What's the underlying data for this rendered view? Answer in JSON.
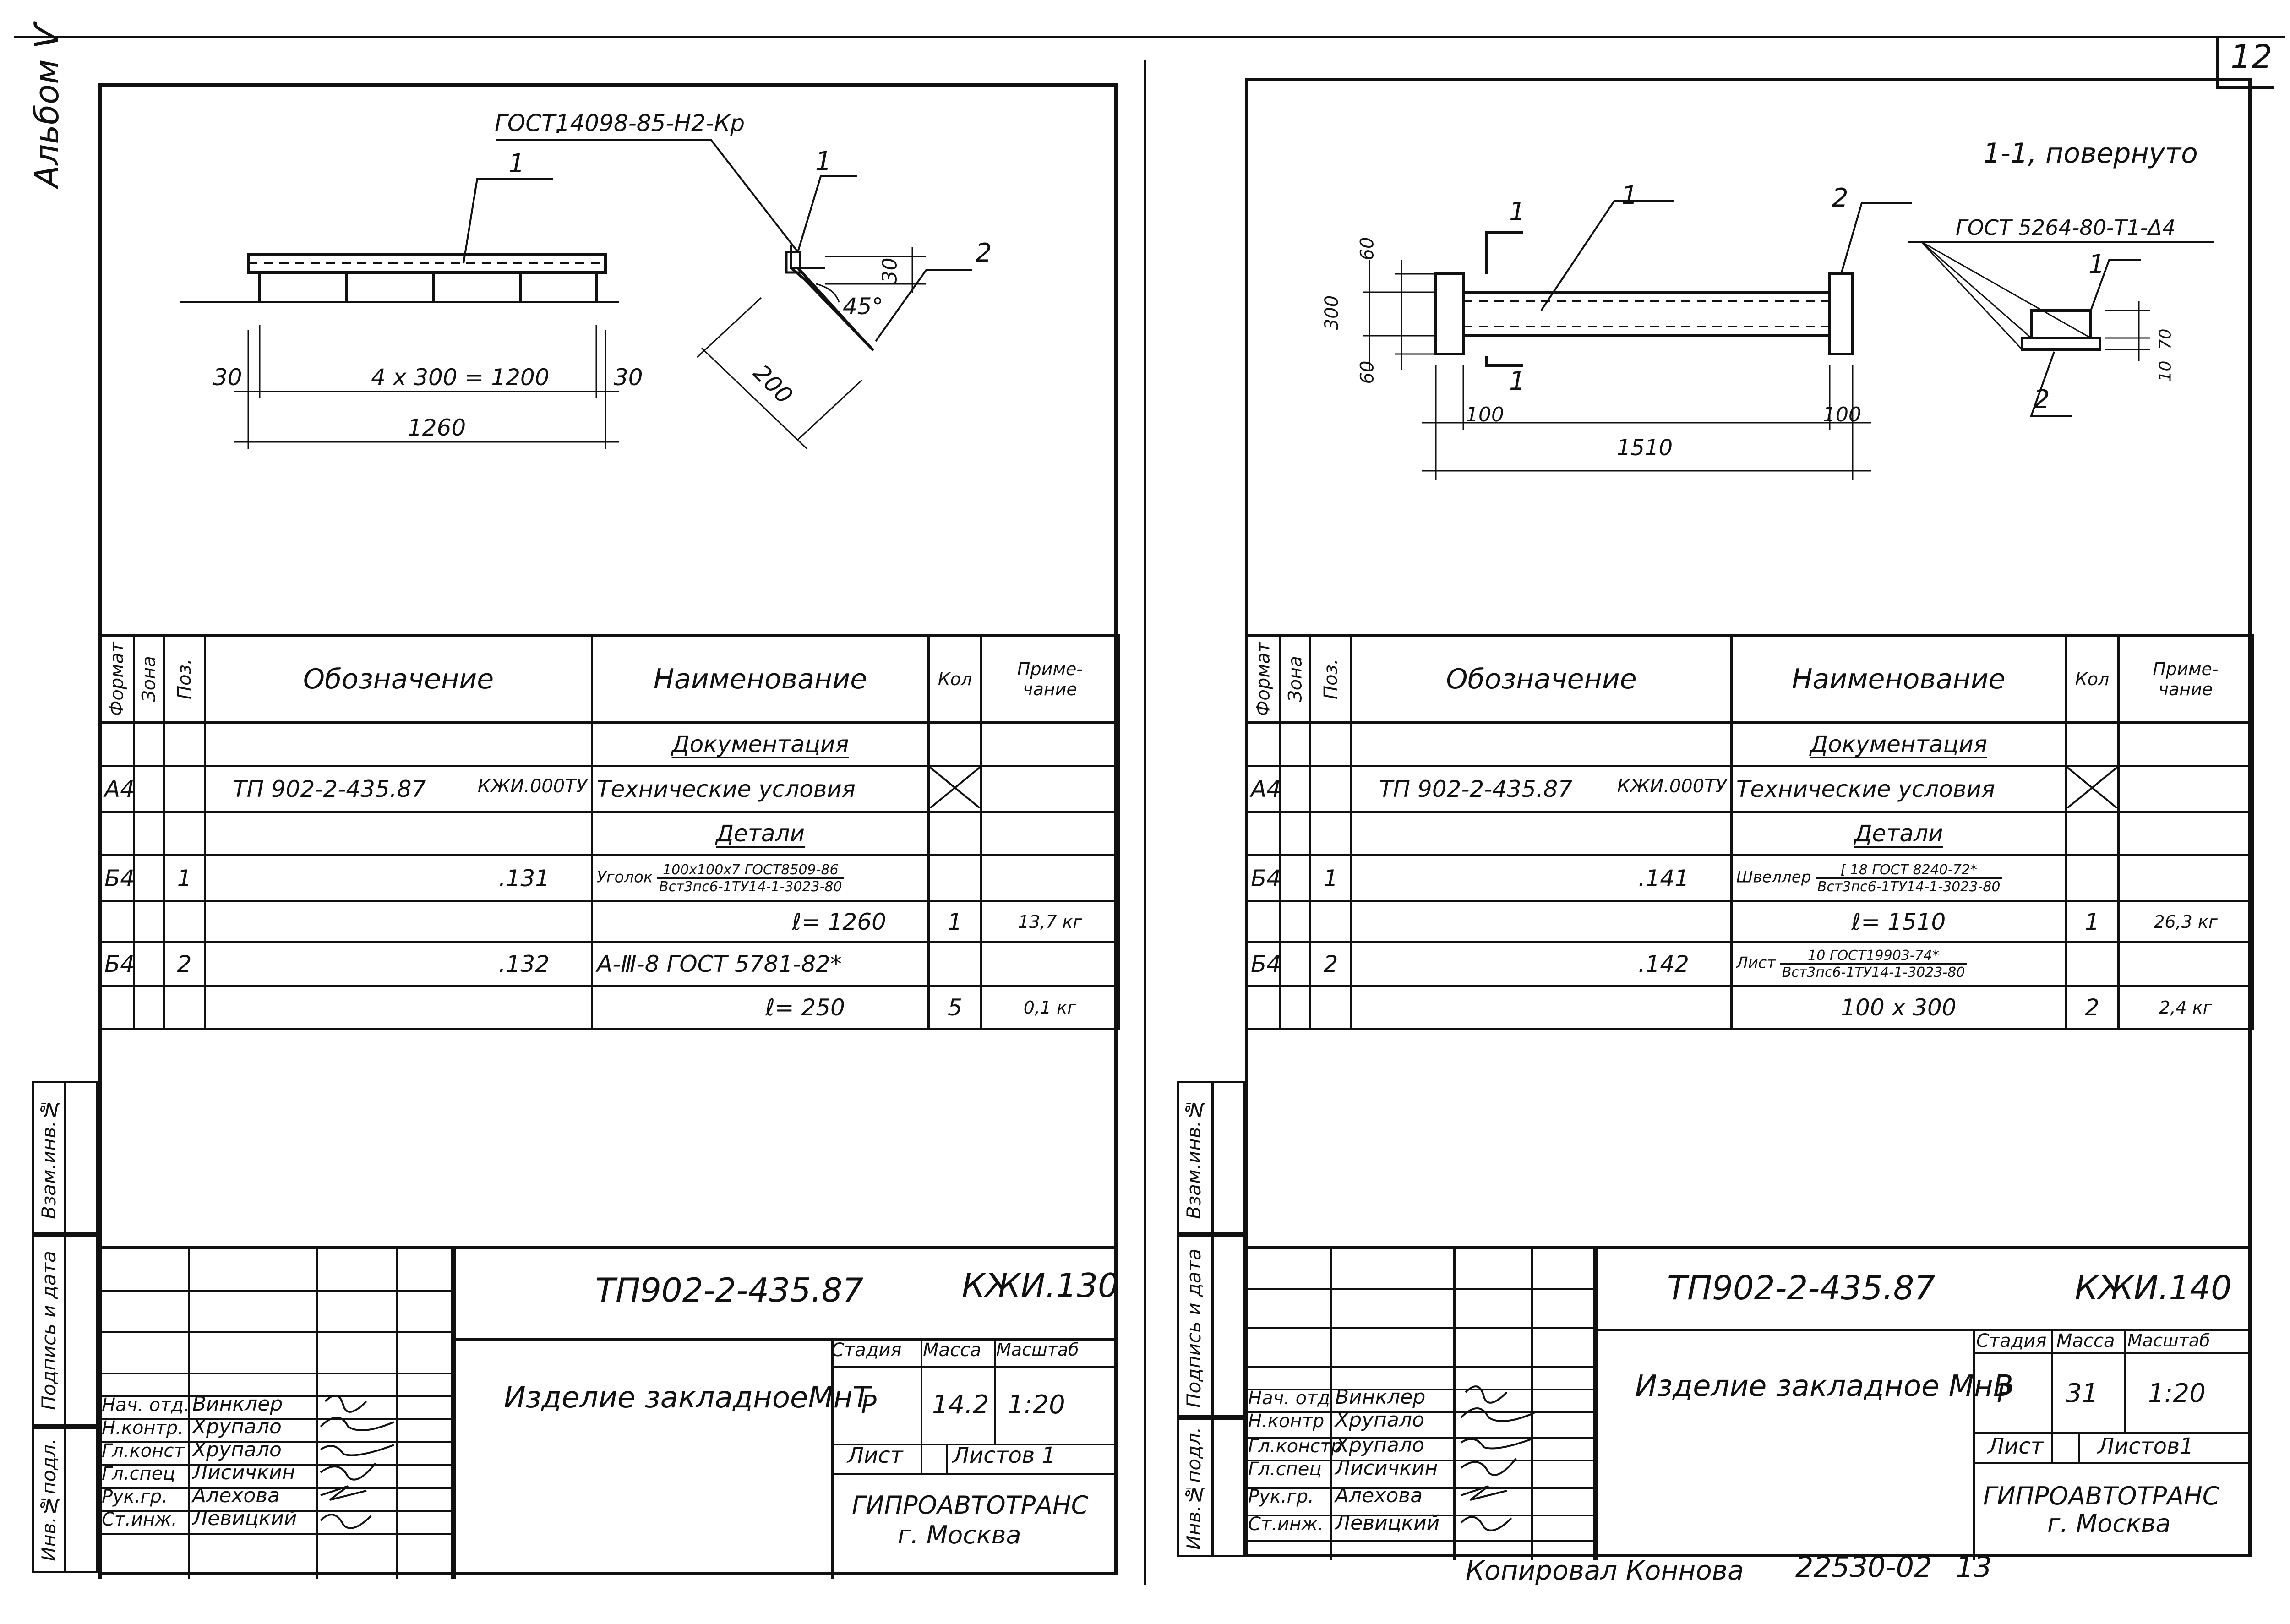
{
  "page": {
    "top_right_number": "12",
    "album_label": "Альбом Ѵ",
    "bottom_copied": "Копировал Коннова",
    "bottom_code": "22530-02",
    "bottom_page": "13"
  },
  "left": {
    "drawing": {
      "gost_label": "ГОСТ14098-85-Н2-Кр",
      "pos1_main": "1",
      "pos1_detail": "1",
      "pos2_detail": "2",
      "dim_30_left": "30",
      "dim_30_right": "30",
      "dim_spacing": "4 x 300 = 1200",
      "dim_total": "1260",
      "dim_30_detail": "30",
      "dim_angle": "45°",
      "dim_200": "200"
    },
    "table": {
      "headers": {
        "format": "Формат",
        "zone": "Зона",
        "pos": "Поз.",
        "designation": "Обозначение",
        "name": "Наименование",
        "qty": "Кол",
        "note_1": "Приме-",
        "note_2": "чание"
      },
      "section_docs": "Документация",
      "section_details": "Детали",
      "rows": [
        {
          "format": "А4",
          "designation": "ТП 902-2-435.87",
          "code": "КЖИ.000ТУ",
          "name": "Технические условия"
        },
        {
          "format": "Б4",
          "pos": "1",
          "designation": ".131",
          "name_prefix": "Уголок",
          "name_top": "100x100x7 ГОСТ8509-86",
          "name_bottom": "Вст3пс6-1ТУ14-1-3023-80"
        },
        {
          "name": "ℓ= 1260",
          "qty": "1",
          "note": "13,7 кг"
        },
        {
          "format": "Б4",
          "pos": "2",
          "designation": ".132",
          "name": "А-Ⅲ-8  ГОСТ 5781-82*"
        },
        {
          "name": "ℓ= 250",
          "qty": "5",
          "note": "0,1 кг"
        }
      ]
    },
    "side_labels": {
      "inv_orig": "Инв.№подл.",
      "sign_date": "Подпись и дата",
      "replace_inv": "Взам.инв.№"
    },
    "stamp": {
      "doc_number": "ТП902-2-435.87",
      "doc_code": "КЖИ.130",
      "title": "Изделие закладноеМнТ",
      "stage_h": "Стадия",
      "mass_h": "Масса",
      "scale_h": "Масштаб",
      "stage": "Р",
      "mass": "14.2",
      "scale": "1:20",
      "sheet_h": "Лист",
      "sheets_h": "Листов 1",
      "org": "ГИПРОАВТОТРАНС",
      "city": "г. Москва",
      "people": [
        {
          "role": "Нач. отд.",
          "name": "Винклер"
        },
        {
          "role": "Н.контр.",
          "name": "Хрупало"
        },
        {
          "role": "Гл.конст",
          "name": "Хрупало"
        },
        {
          "role": "Гл.спец",
          "name": "Лисичкин"
        },
        {
          "role": "Рук.гр.",
          "name": "Алехова"
        },
        {
          "role": "Ст.инж.",
          "name": "Левицкий"
        }
      ]
    }
  },
  "right": {
    "drawing": {
      "section_label": "1-1, повернуто",
      "gost_weld": "ГОСТ 5264-80-Т1-Δ4",
      "pos1": "1",
      "pos2": "2",
      "sec_pos1": "1",
      "sec_pos2": "2",
      "cut_1_top": "1",
      "cut_1_bottom": "1",
      "dim_60_top": "60",
      "dim_300": "300",
      "dim_60_bottom": "60",
      "dim_100_left": "100",
      "dim_100_right": "100",
      "dim_1510": "1510",
      "dim_10": "10",
      "dim_70": "70"
    },
    "table": {
      "headers": {
        "format": "Формат",
        "zone": "Зона",
        "pos": "Поз.",
        "designation": "Обозначение",
        "name": "Наименование",
        "qty": "Кол",
        "note_1": "Приме-",
        "note_2": "чание"
      },
      "section_docs": "Документация",
      "section_details": "Детали",
      "rows": [
        {
          "format": "А4",
          "designation": "ТП 902-2-435.87",
          "code": "КЖИ.000ТУ",
          "name": "Технические условия"
        },
        {
          "format": "Б4",
          "pos": "1",
          "designation": ".141",
          "name_prefix": "Швеллер",
          "name_top": "[ 18 ГОСТ 8240-72*",
          "name_bottom": "Вст3пс6-1ТУ14-1-3023-80"
        },
        {
          "name": "ℓ= 1510",
          "qty": "1",
          "note": "26,3 кг"
        },
        {
          "format": "Б4",
          "pos": "2",
          "designation": ".142",
          "name_prefix": "Лист",
          "name_top": "10 ГОСТ19903-74*",
          "name_bottom": "Вст3пс6-1ТУ14-1-3023-80"
        },
        {
          "name": "100 x 300",
          "qty": "2",
          "note": "2,4 кг"
        }
      ]
    },
    "side_labels": {
      "inv_orig": "Инв.№подл.",
      "sign_date": "Подпись и дата",
      "replace_inv": "Взам.инв.№"
    },
    "stamp": {
      "doc_number": "ТП902-2-435.87",
      "doc_code": "КЖИ.140",
      "title": "Изделие закладное МнВ",
      "stage_h": "Стадия",
      "mass_h": "Масса",
      "scale_h": "Масштаб",
      "stage": "Р",
      "mass": "31",
      "scale": "1:20",
      "sheet_h": "Лист",
      "sheets_h": "Листов1",
      "org": "ГИПРОАВТОТРАНС",
      "city": "г. Москва",
      "people": [
        {
          "role": "Нач. отд",
          "name": "Винклер"
        },
        {
          "role": "Н.контр",
          "name": "Хрупало"
        },
        {
          "role": "Гл.констр",
          "name": "Хрупало"
        },
        {
          "role": "Гл.спец",
          "name": "Лисичкин"
        },
        {
          "role": "Рук.гр.",
          "name": "Алехова"
        },
        {
          "role": "Ст.инж.",
          "name": "Левицкий"
        }
      ]
    }
  }
}
